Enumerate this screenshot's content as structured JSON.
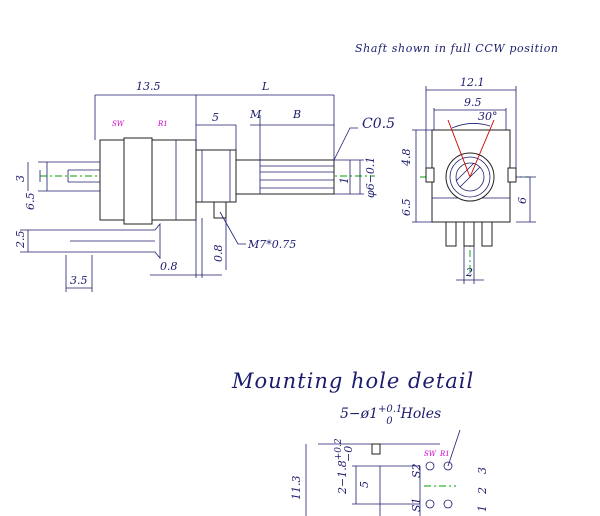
{
  "notes": {
    "shaft_position": "Shaft shown in full CCW position",
    "mounting_title": "Mounting hole detail",
    "holes_prefix": "5−ø1",
    "holes_tol_upper": "+0.1",
    "holes_tol_lower": "0",
    "holes_suffix": "Holes"
  },
  "side_view": {
    "dim_13_5": "13.5",
    "dim_L": "L",
    "dim_5": "5",
    "dim_M": "M",
    "dim_B": "B",
    "chamfer": "C0.5",
    "dim_1": "1",
    "dim_phi6": "φ6−0.1",
    "dim_3": "3",
    "dim_6_5": "6.5",
    "dim_2_5": "2.5",
    "dim_3_5": "3.5",
    "dim_0_8_h": "0.8",
    "dim_0_8_v": "0.8",
    "thread": "M7*0.75",
    "label_sw": "SW",
    "label_r1": "R1"
  },
  "front_view": {
    "dim_12_1": "12.1",
    "dim_9_5": "9.5",
    "angle_30": "30°",
    "dim_4_8": "4.8",
    "dim_6_5": "6.5",
    "dim_6": "6",
    "dim_2": "2"
  },
  "mounting": {
    "dim_11_3": "11.3",
    "dim_2_1_8_main": "2−1.8",
    "dim_2_1_8_tol_upper": "+0.2",
    "dim_2_1_8_tol_lower": "−0",
    "dim_5": "5",
    "label_s2": "S2",
    "label_s1": "S1",
    "label_sw": "SW",
    "label_r1": "R1",
    "pin_1": "1",
    "pin_2": "2",
    "pin_3": "3"
  }
}
